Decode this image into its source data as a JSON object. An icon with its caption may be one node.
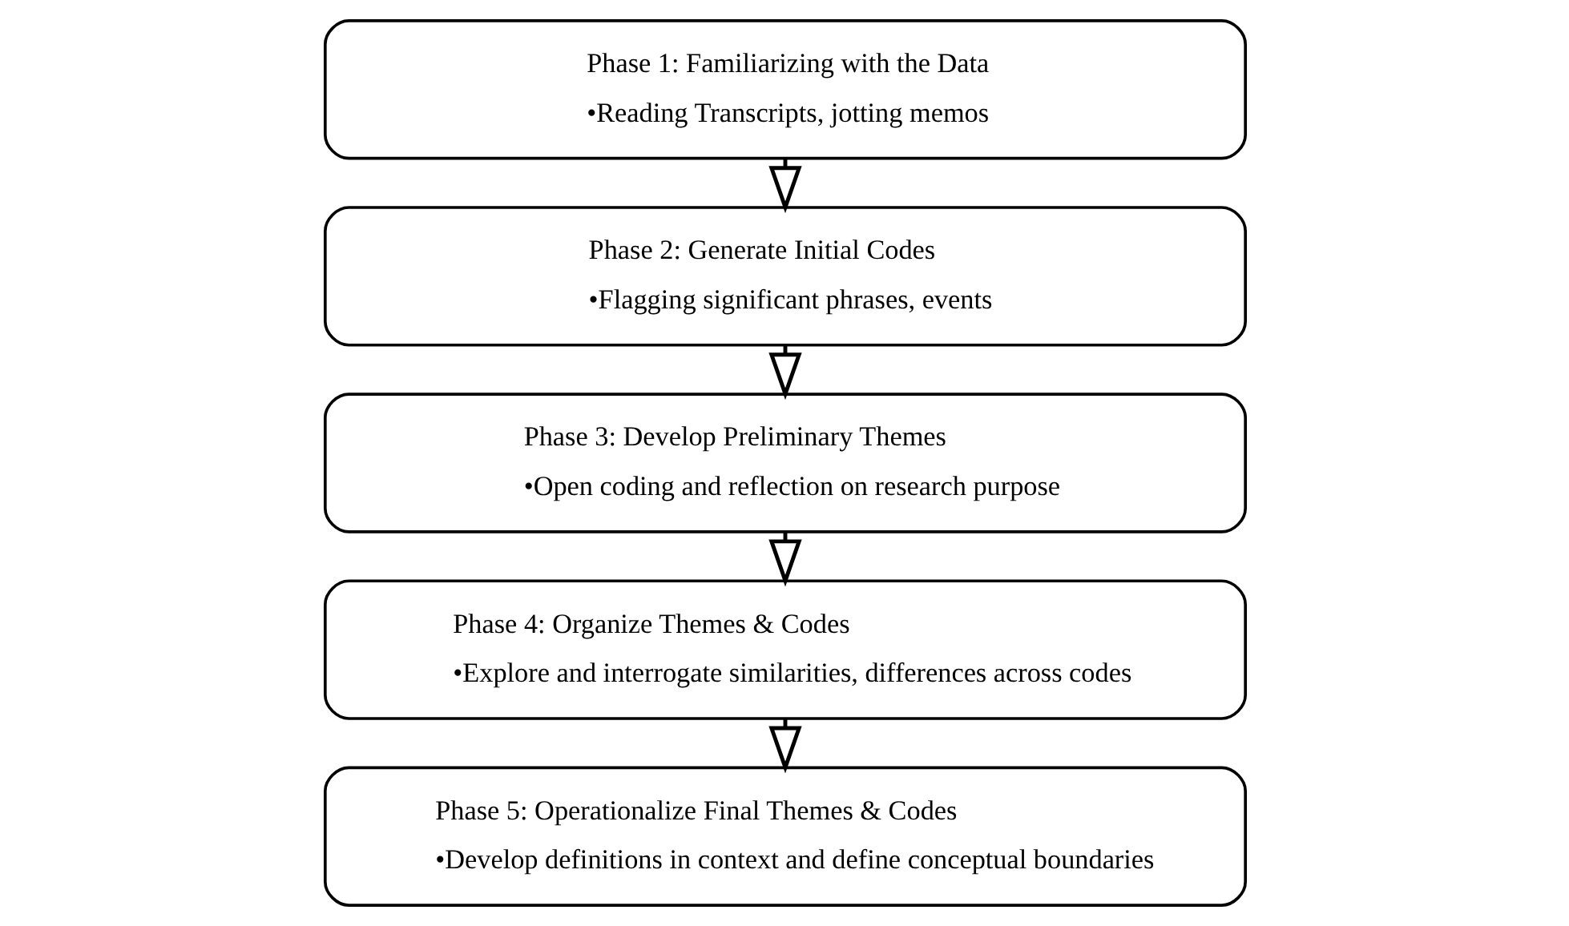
{
  "diagram": {
    "nodes": [
      {
        "text": [
          "Phase 1: Familiarizing with the Data",
          "•Reading Transcripts, jotting memos"
        ]
      },
      {
        "text": [
          "Phase 2: Generate Initial Codes",
          "•Flagging significant phrases, events"
        ]
      },
      {
        "text": [
          "Phase 3: Develop Preliminary Themes",
          "•Open coding and reflection on research purpose"
        ]
      },
      {
        "text": [
          "Phase 4: Organize Themes & Codes",
          "•Explore and interrogate similarities, differences across codes"
        ]
      },
      {
        "text": [
          "Phase 5: Operationalize Final Themes & Codes",
          "•Develop definitions in context and define conceptual boundaries"
        ]
      }
    ],
    "edges": [
      {
        "from": 0,
        "to": 1,
        "arrow": "to"
      },
      {
        "from": 1,
        "to": 2,
        "arrow": "to"
      },
      {
        "from": 2,
        "to": 3,
        "arrow": "to"
      },
      {
        "from": 3,
        "to": 4,
        "arrow": "to"
      }
    ]
  }
}
